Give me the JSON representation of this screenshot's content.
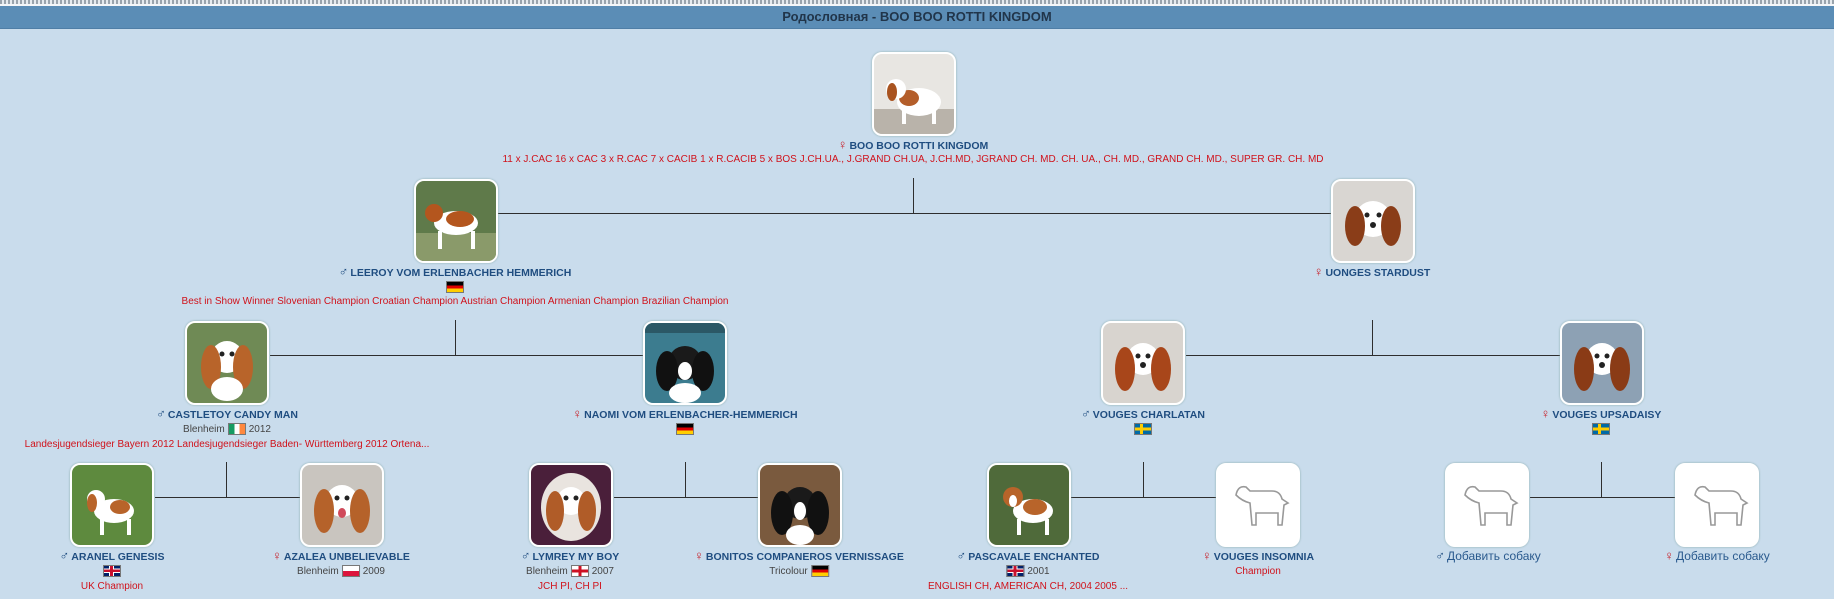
{
  "page": {
    "title": "Родословная - BOO BOO ROTTI KINGDOM"
  },
  "colors": {
    "background": "#c9dcec",
    "titlebar": "#5b8db6",
    "name": "#1f4d80",
    "titles": "#d0121b",
    "female": "#c8232c"
  },
  "dogs": {
    "root": {
      "name": "BOO BOO ROTTI KINGDOM",
      "sex": "♀",
      "titles": "11 x J.CAC 16 x CAC 3 x R.CAC 7 x CACIB 1 x R.CACIB 5 x BOS J.CH.UA., J.GRAND CH.UA, J.CH.MD, JGRAND CH. MD. CH. UA., CH. MD., GRAND CH. MD., SUPER GR. CH. MD",
      "photo": "dog-photo"
    },
    "sire": {
      "name": "LEEROY VOM ERLENBACHER HEMMERICH",
      "sex": "♂",
      "flag": "de-flag-icon",
      "titles": "Best in Show Winner Slovenian Champion Croatian Champion Austrian Champion Armenian Champion Brazilian Champion"
    },
    "dam": {
      "name": "UONGES STARDUST",
      "sex": "♀"
    },
    "ss": {
      "name": "CASTLETOY CANDY MAN",
      "sex": "♂",
      "color": "Blenheim",
      "flag": "ie-flag-icon",
      "year": "2012",
      "titles": "Landesjugendsieger Bayern 2012 Landesjugendsieger Baden- Württemberg 2012 Ortena..."
    },
    "sd": {
      "name": "NAOMI VOM ERLENBACHER-HEMMERICH",
      "sex": "♀",
      "flag": "de-flag-icon"
    },
    "ds": {
      "name": "VOUGES CHARLATAN",
      "sex": "♂",
      "flag": "se-flag-icon"
    },
    "dd": {
      "name": "VOUGES UPSADAISY",
      "sex": "♀",
      "flag": "se-flag-icon"
    },
    "sss": {
      "name": "ARANEL GENESIS",
      "sex": "♂",
      "flag": "uk-flag-icon",
      "titles": "UK Champion"
    },
    "ssd": {
      "name": "AZALEA UNBELIEVABLE",
      "sex": "♀",
      "color": "Blenheim",
      "flag": "pl-flag-icon",
      "year": "2009"
    },
    "sds": {
      "name": "LYMREY MY BOY",
      "sex": "♂",
      "color": "Blenheim",
      "flag": "en-flag-icon",
      "year": "2007",
      "titles": "JCH PI, CH PI"
    },
    "sdd": {
      "name": "BONITOS COMPANEROS VERNISSAGE",
      "sex": "♀",
      "color": "Tricolour",
      "flag": "de-flag-icon"
    },
    "dss": {
      "name": "PASCAVALE ENCHANTED",
      "sex": "♂",
      "flag": "uk-flag-icon",
      "year": "2001",
      "titles": "ENGLISH CH, AMERICAN CH, 2004 2005 ..."
    },
    "dsd": {
      "name": "VOUGES INSOMNIA",
      "sex": "♀",
      "titles": "Champion"
    },
    "dds": {
      "name": "Добавить собаку",
      "sex": "♂"
    },
    "ddd": {
      "name": "Добавить собаку",
      "sex": "♀"
    }
  }
}
